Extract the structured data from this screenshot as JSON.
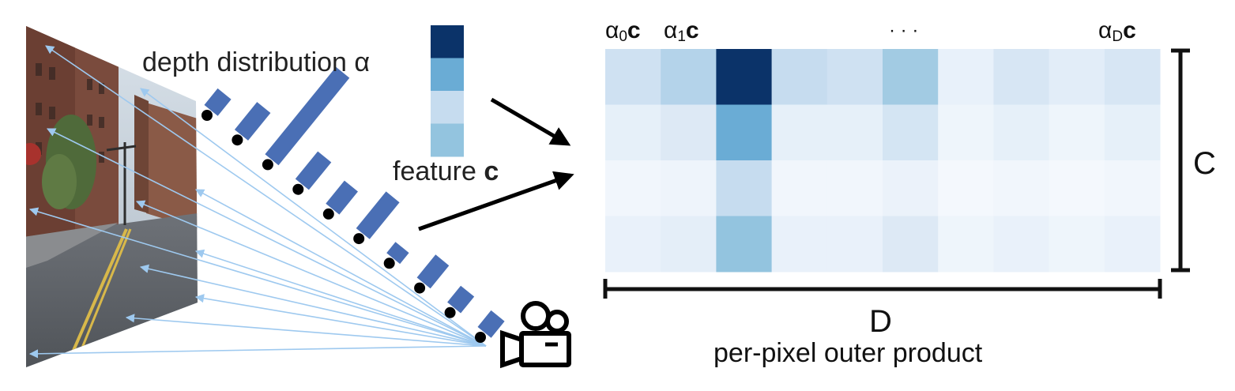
{
  "labels": {
    "depth_distribution": "depth distribution α",
    "feature_prefix": "feature ",
    "feature_symbol": "c",
    "alpha0": "α",
    "alpha0_sub": "0",
    "alpha1": "α",
    "alpha1_sub": "1",
    "alphaD": "α",
    "alphaD_sub": "D",
    "bold_c": "c",
    "ellipsis": "· · ·",
    "C_dim": "C",
    "D_dim": "D",
    "caption": "per-pixel outer product"
  },
  "colors": {
    "depth_bar": "#4a6fb5",
    "ray": "#9ec9ef",
    "dot": "#000000",
    "arrow": "#000000"
  },
  "feature_vector": [
    "#0b3369",
    "#6aacd5",
    "#c6dcef",
    "#93c4df"
  ],
  "depth_bars": [
    {
      "length": 18
    },
    {
      "length": 30
    },
    {
      "length": 95
    },
    {
      "length": 30
    },
    {
      "length": 25
    },
    {
      "length": 40
    },
    {
      "length": 12
    },
    {
      "length": 25
    },
    {
      "length": 18
    },
    {
      "length": 18
    }
  ],
  "outer_product_grid": {
    "rows": 4,
    "cols": 10,
    "cells": [
      [
        "#cfe1f2",
        "#b4d3ea",
        "#0b3369",
        "#c6dcef",
        "#cfe1f2",
        "#a2cbe3",
        "#e8f1fa",
        "#d7e6f4",
        "#e2edf8",
        "#d7e6f4"
      ],
      [
        "#e6f0f9",
        "#dde9f5",
        "#6aacd5",
        "#e6f0f9",
        "#e6f0f9",
        "#d4e5f3",
        "#eef5fb",
        "#e6f0f9",
        "#eef5fb",
        "#e6f0f9"
      ],
      [
        "#f1f6fc",
        "#eef4fb",
        "#c6dcef",
        "#f1f6fc",
        "#f1f6fc",
        "#ebf2fa",
        "#f4f8fd",
        "#f1f6fc",
        "#f4f8fd",
        "#f1f6fc"
      ],
      [
        "#e9f1fa",
        "#e4eef8",
        "#93c4df",
        "#e9f1fa",
        "#e9f1fa",
        "#dde9f5",
        "#eef5fb",
        "#e9f1fa",
        "#eef5fb",
        "#e9f1fa"
      ]
    ]
  }
}
